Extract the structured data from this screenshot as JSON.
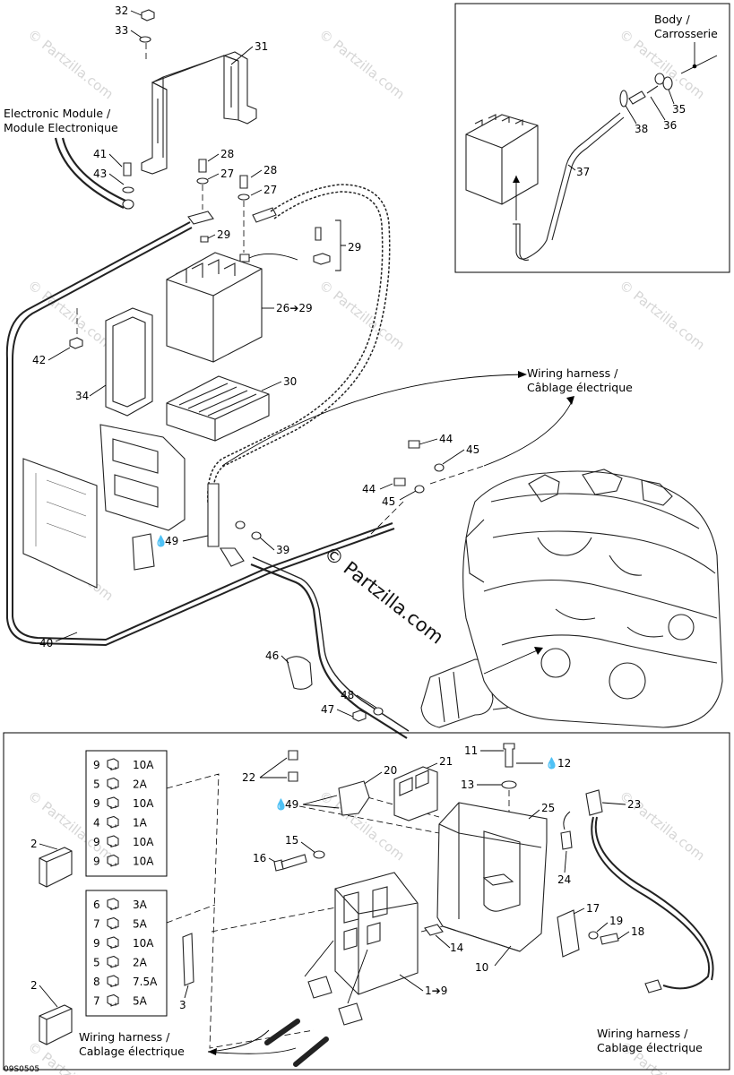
{
  "labels": {
    "body_fr_en_1": "Body /",
    "body_fr_en_2": "Carrosserie",
    "emodule_1": "Electronic Module /",
    "emodule_2": "Module Electronique",
    "harness_top_1": "Wiring harness /",
    "harness_top_2": "Câblage électrique",
    "harness_bl_1": "Wiring harness /",
    "harness_bl_2": "Cablage électrique",
    "harness_br_1": "Wiring harness /",
    "harness_br_2": "Cablage électrique",
    "watermark_center": "© Partzilla.com",
    "watermark_small": "© Partzilla.com",
    "code": "09S0505"
  },
  "callouts": {
    "c32": "32",
    "c33": "33",
    "c31": "31",
    "c41": "41",
    "c43": "43",
    "c28a": "28",
    "c27a": "27",
    "c28b": "28",
    "c27b": "27",
    "c29a": "29",
    "c29b": "29",
    "c26": "26➔29",
    "c42": "42",
    "c34": "34",
    "c30": "30",
    "c44a": "44",
    "c45a": "45",
    "c44b": "44",
    "c45b": "45",
    "c49a": "49",
    "c39": "39",
    "c40": "40",
    "c46": "46",
    "c47": "47",
    "c48": "48",
    "c35": "35",
    "c36": "36",
    "c37": "37",
    "c38": "38",
    "c11": "11",
    "c12": "12",
    "c13": "13",
    "c22": "22",
    "c20": "20",
    "c21": "21",
    "c49b": "49",
    "c25": "25",
    "c23": "23",
    "c15": "15",
    "c16": "16",
    "c24": "24",
    "c2a": "2",
    "c2b": "2",
    "c3": "3",
    "c14": "14",
    "c17": "17",
    "c19": "19",
    "c18": "18",
    "c10": "10",
    "c1": "1➔9"
  },
  "fuses_top": [
    {
      "pos": "9",
      "rating": "10A"
    },
    {
      "pos": "5",
      "rating": "2A"
    },
    {
      "pos": "9",
      "rating": "10A"
    },
    {
      "pos": "4",
      "rating": "1A"
    },
    {
      "pos": "9",
      "rating": "10A"
    },
    {
      "pos": "9",
      "rating": "10A"
    }
  ],
  "fuses_bottom": [
    {
      "pos": "6",
      "rating": "3A"
    },
    {
      "pos": "7",
      "rating": "5A"
    },
    {
      "pos": "9",
      "rating": "10A"
    },
    {
      "pos": "5",
      "rating": "2A"
    },
    {
      "pos": "8",
      "rating": "7.5A"
    },
    {
      "pos": "7",
      "rating": "5A"
    }
  ]
}
